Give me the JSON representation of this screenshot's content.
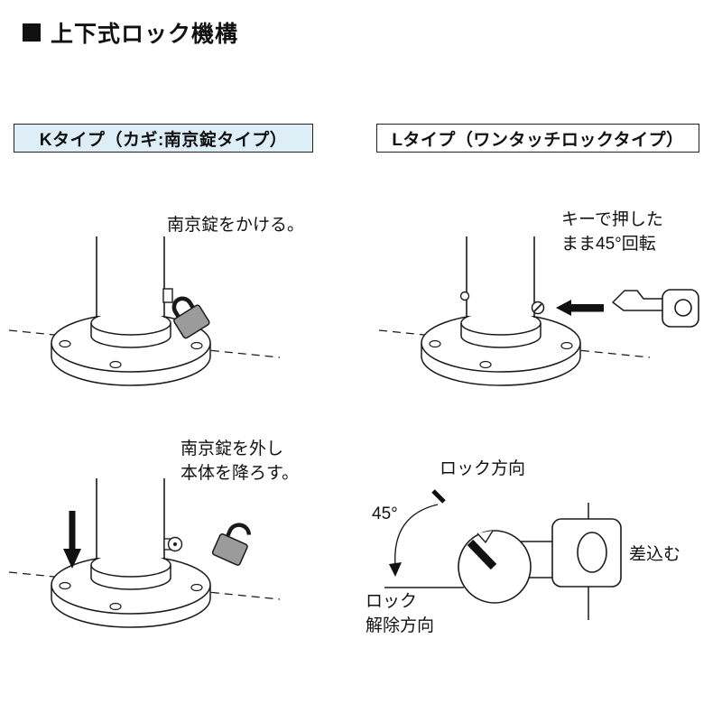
{
  "page": {
    "title": "上下式ロック機構",
    "background": "#ffffff",
    "line_color": "#1a1a1a"
  },
  "k_section": {
    "header": "Kタイプ（カギ:南京錠タイプ）",
    "header_bg": "#ddeef6",
    "step1": {
      "caption": "南京錠をかける。"
    },
    "step2": {
      "caption_line1": "南京錠を外し",
      "caption_line2": "本体を降ろす。"
    }
  },
  "l_section": {
    "header": "Lタイプ（ワンタッチロックタイプ）",
    "header_bg": "#ffffff",
    "step1": {
      "caption_line1": "キーで押した",
      "caption_line2": "まま45°回転"
    },
    "step2": {
      "lock_direction_label": "ロック方向",
      "angle_label": "45°",
      "unlock_line1": "ロック",
      "unlock_line2": "解除方向",
      "insert_label": "差込む"
    }
  },
  "icons": {
    "padlock_closed": "padlock-closed-icon",
    "padlock_open": "padlock-open-icon",
    "key": "key-icon",
    "down_arrow": "down-arrow-icon",
    "left_arrow": "left-arrow-icon"
  },
  "colors": {
    "padlock_body": "#9b9b9b",
    "arrow_black": "#111111"
  }
}
